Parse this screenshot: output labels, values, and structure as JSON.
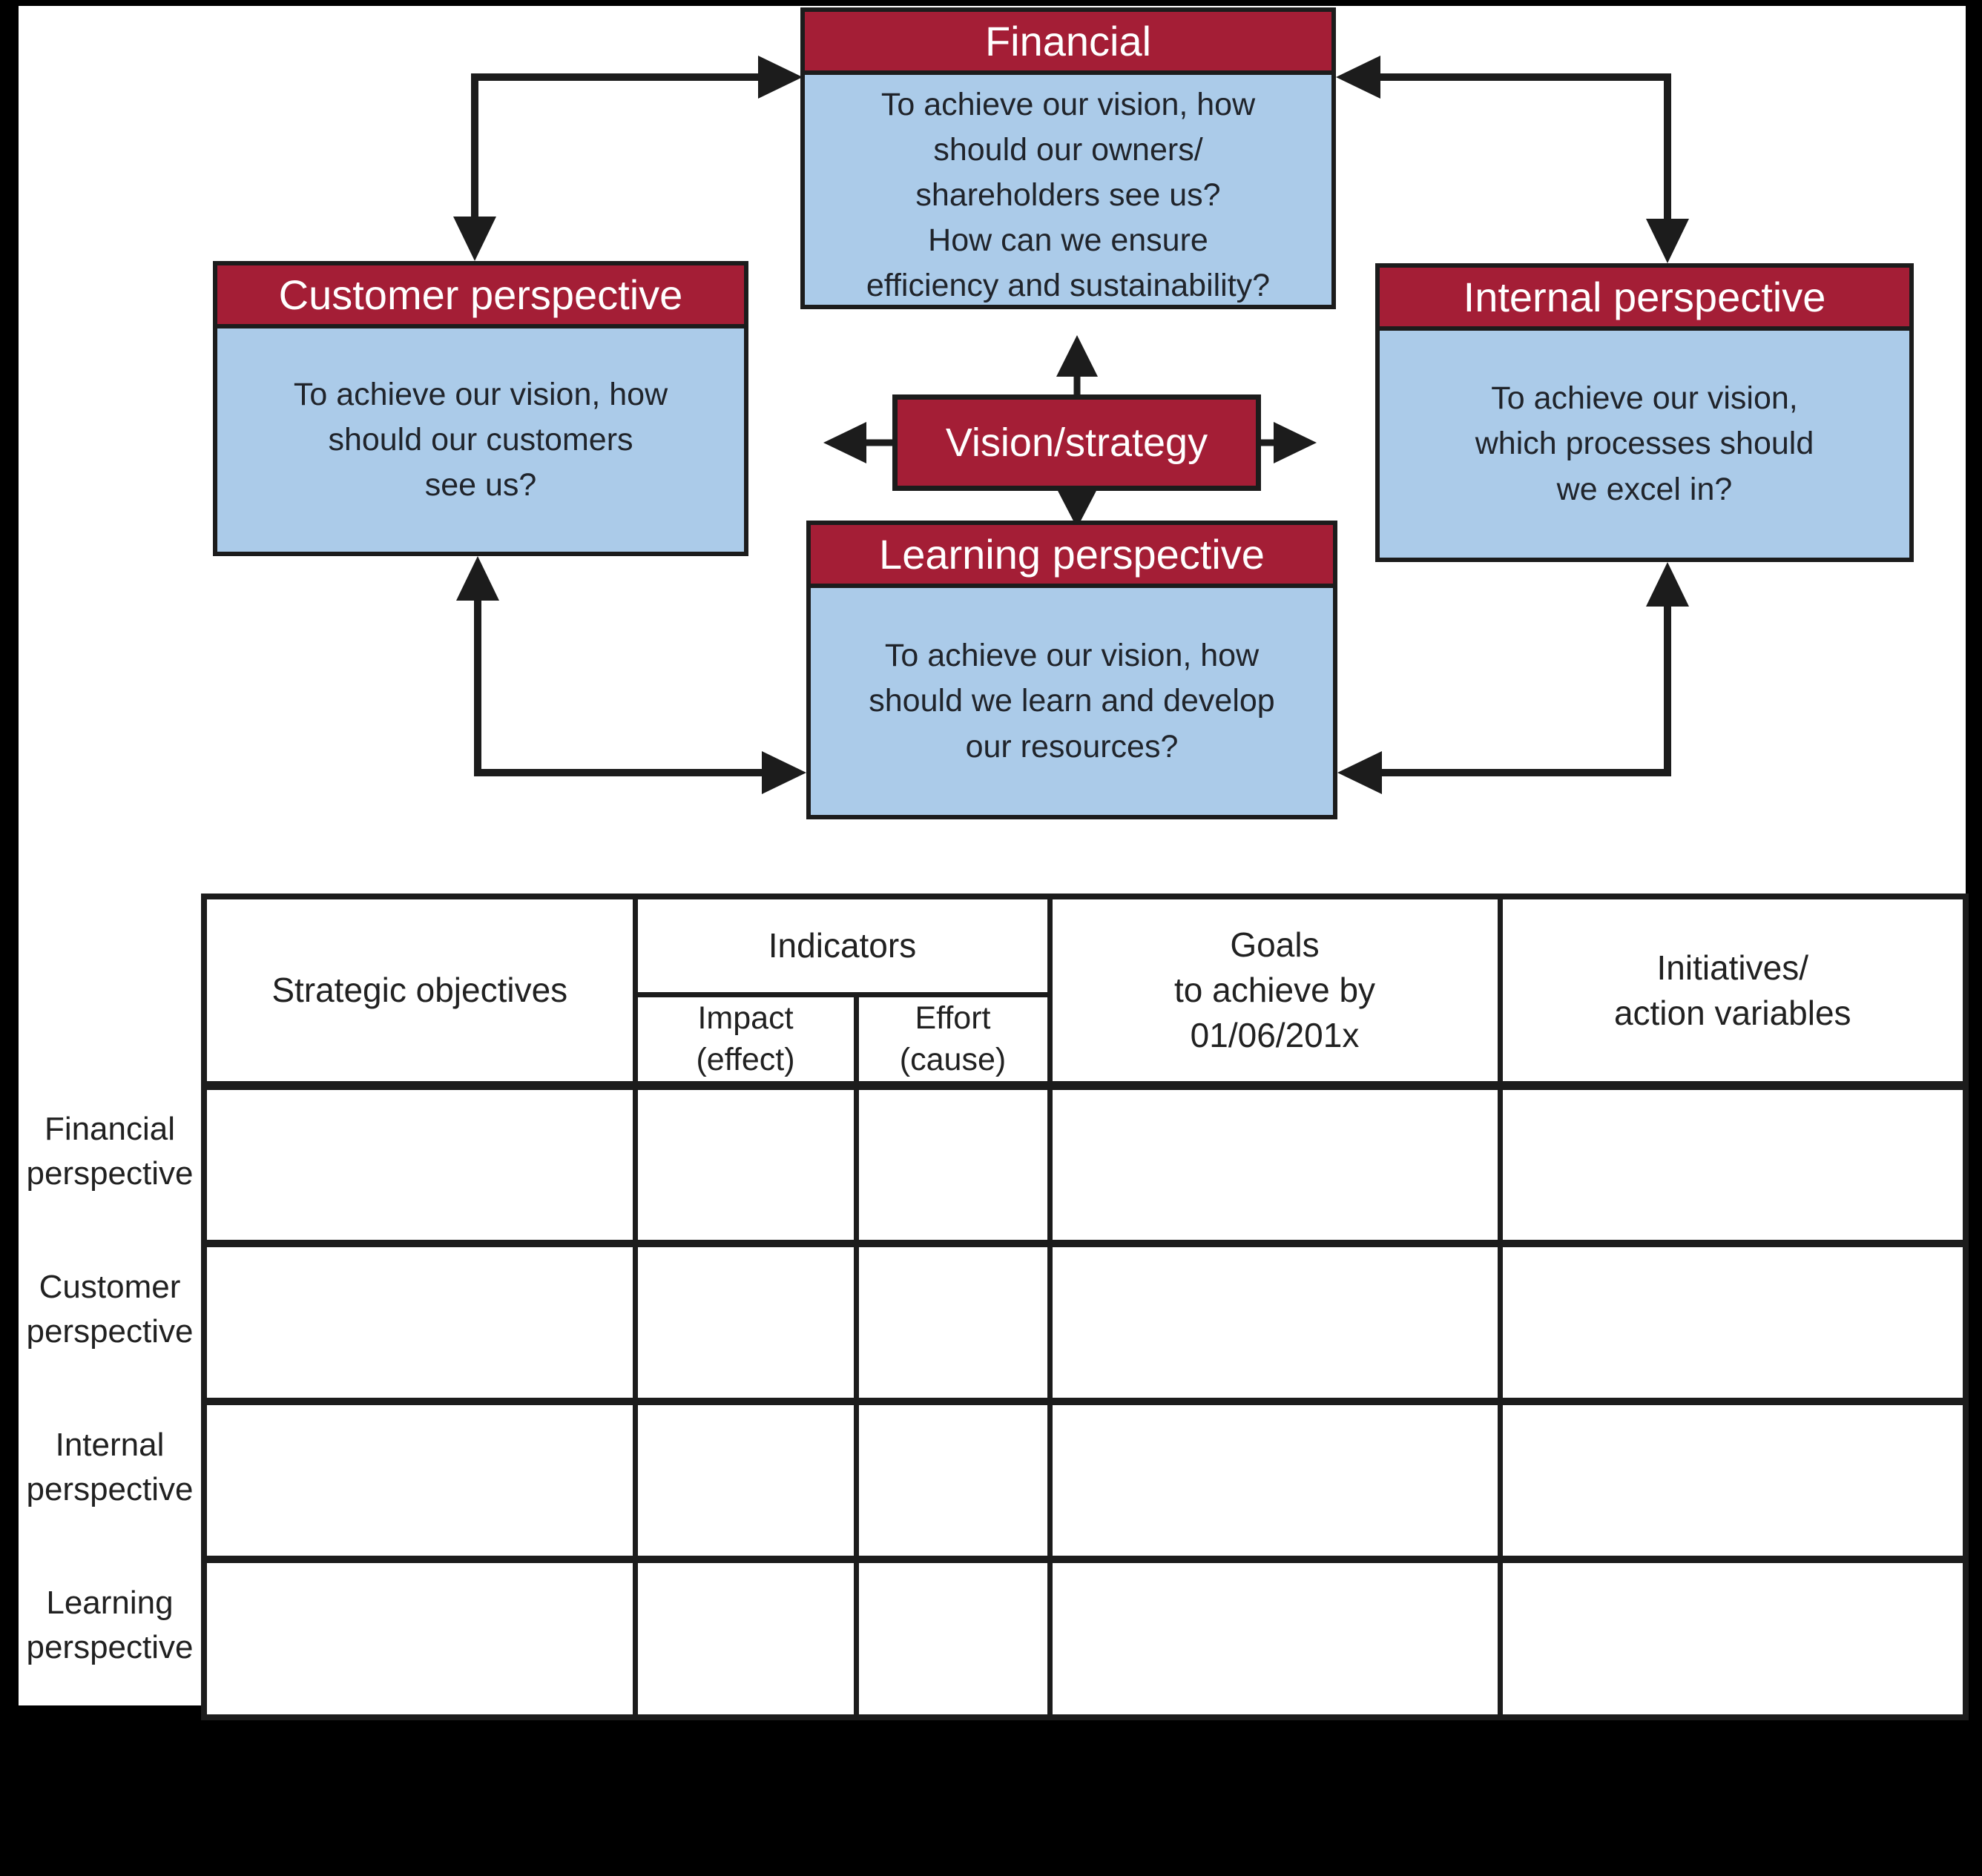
{
  "colors": {
    "header_red": "#a41e36",
    "body_blue": "#abcbe9",
    "line_black": "#1c1c1c",
    "background": "#000000",
    "surface": "#ffffff"
  },
  "diagram": {
    "financial": {
      "title": "Financial",
      "body": "To achieve our vision, how\nshould our owners/\nshareholders see us?\nHow can we ensure\nefficiency and sustainability?"
    },
    "customer": {
      "title": "Customer perspective",
      "body": "To achieve our vision, how\nshould our customers\nsee us?"
    },
    "internal": {
      "title": "Internal perspective",
      "body": "To achieve our vision,\nwhich processes should\nwe excel in?"
    },
    "learning": {
      "title": "Learning perspective",
      "body": "To achieve our vision, how\nshould we learn and develop\nour resources?"
    },
    "vision": {
      "title": "Vision/strategy"
    }
  },
  "table": {
    "columns": {
      "strategic": "Strategic objectives",
      "indicators": "Indicators",
      "impact": "Impact\n(effect)",
      "effort": "Effort\n(cause)",
      "goals": "Goals\nto achieve by\n01/06/201x",
      "initiatives": "Initiatives/\naction variables"
    },
    "row_labels": [
      "Financial\nperspective",
      "Customer\nperspective",
      "Internal\nperspective",
      "Learning\nperspective"
    ]
  }
}
